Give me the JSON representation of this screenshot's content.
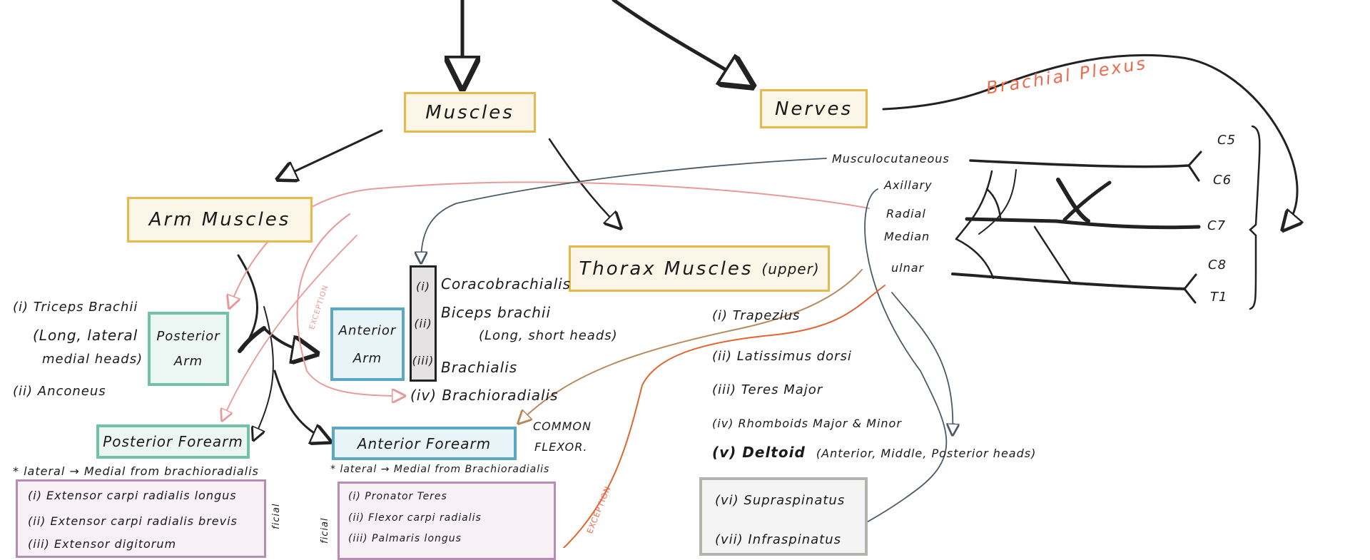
{
  "nodes": {
    "muscles": "Muscles",
    "nerves": "Nerves",
    "arm_muscles": "Arm Muscles",
    "thorax_muscles": "Thorax Muscles",
    "thorax_qualifier": "(upper)",
    "posterior_arm": [
      "Posterior",
      "Arm"
    ],
    "anterior_arm": [
      "Anterior",
      "Arm"
    ],
    "posterior_forearm": "Posterior Forearm",
    "anterior_forearm": "Anterior Forearm"
  },
  "posterior_arm_list": [
    "(i) Triceps Brachii",
    "(Long, lateral",
    "medial heads)",
    "(ii) Anconeus"
  ],
  "anterior_arm_list": {
    "numerals": [
      "(i)",
      "(ii)",
      "(iii)"
    ],
    "names": [
      "Coracobrachialis",
      "Biceps brachii",
      "Brachialis"
    ],
    "biceps_note": "(Long, short heads)",
    "extra": "(iv) Brachioradialis"
  },
  "common_flexor": [
    "COMMON",
    "FLEXOR."
  ],
  "posterior_forearm_note": "* lateral → Medial from brachioradialis",
  "anterior_forearm_note": "* lateral → Medial from Brachioradialis",
  "posterior_forearm_list": [
    "(i) Extensor carpi radialis longus",
    "(ii) Extensor carpi radialis brevis",
    "(iii) Extensor digitorum"
  ],
  "anterior_forearm_list": [
    "(i) Pronator Teres",
    "(ii) Flexor carpi radialis",
    "(iii) Palmaris longus"
  ],
  "side_labels": [
    "ficial",
    "ficial"
  ],
  "thorax_list": [
    "(i) Trapezius",
    "(ii) Latissimus dorsi",
    "(iii) Teres Major",
    "(iv) Rhomboids Major & Minor"
  ],
  "deltoid": {
    "name": "(v) Deltoid",
    "note": "(Anterior, Middle, Posterior heads)"
  },
  "rotator_list": [
    "(vi) Supraspinatus",
    "(vii) Infraspinatus"
  ],
  "nerves_list": [
    "Musculocutaneous",
    "Axillary",
    "Radial",
    "Median",
    "ulnar"
  ],
  "roots": [
    "C5",
    "C6",
    "C7",
    "C8",
    "T1"
  ],
  "brachial_plexus": "Brachial Plexus",
  "exception_labels": [
    "EXCEPTION",
    "EXCEPTION"
  ],
  "colors": {
    "yellow": "#e8b84a",
    "green": "#72c3a6",
    "blue": "#5aa8c4",
    "purple": "#b88db3",
    "pink": "#e89a9a",
    "orange": "#e0652e",
    "tan": "#b78a5e",
    "slate": "#4a5a66"
  }
}
